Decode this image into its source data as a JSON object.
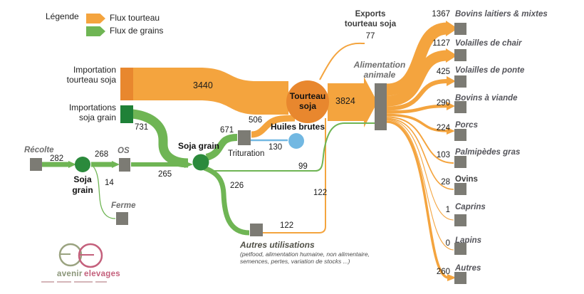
{
  "legend": {
    "title": "Légende",
    "items": [
      {
        "label": "Flux tourteau",
        "color": "#F4A43E"
      },
      {
        "label": "Flux de grains",
        "color": "#6FB554"
      }
    ]
  },
  "colors": {
    "flow_orange": "#F4A43E",
    "flow_green": "#6FB554",
    "node_orange": "#E8872E",
    "node_green_square": "#1F8138",
    "node_green_circle": "#2B8A3C",
    "node_gray": "#7C7B74",
    "huiles_blue": "#72B8E2"
  },
  "left": {
    "importation_tourteau_line1": "Importation",
    "importation_tourteau_line2": "tourteau soja",
    "importations_grain_line1": "Importations",
    "importations_grain_line2": "soja grain",
    "recolte": "Récolte",
    "soja_grain_farm_line1": "Soja",
    "soja_grain_farm_line2": "grain",
    "os": "OS",
    "ferme": "Ferme"
  },
  "center": {
    "soja_grain": "Soja grain",
    "trituration": "Trituration",
    "huiles_brutes": "Huiles brutes",
    "tourteau_line1": "Tourteau",
    "tourteau_line2": "soja",
    "exports_line1": "Exports",
    "exports_line2": "tourteau soja",
    "exports_value": "77",
    "alimentation_line1": "Alimentation",
    "alimentation_line2": "animale",
    "autres_title": "Autres utilisations",
    "autres_sub1": "(petfood, alimentation humaine, non alimentaire,",
    "autres_sub2": "semences, pertes, variation de stocks ...)"
  },
  "values": {
    "imp_tourteau": "3440",
    "imp_grain": "731",
    "recolte": "282",
    "to_os": "268",
    "to_ferme": "14",
    "os_out": "265",
    "trituration_in": "671",
    "tourteau_out": "506",
    "huiles": "130",
    "grain_to_alim": "99",
    "autres_in": "226",
    "autres_out_h": "122",
    "autres_out_v": "122",
    "alim_in": "3824"
  },
  "destinations": [
    {
      "value": "1367",
      "label": "Bovins laitiers & mixtes"
    },
    {
      "value": "1127",
      "label": "Volailles de chair"
    },
    {
      "value": "425",
      "label": "Volailles de ponte"
    },
    {
      "value": "290",
      "label": "Bovins à viande"
    },
    {
      "value": "224",
      "label": "Porcs"
    },
    {
      "value": "103",
      "label": "Palmipèdes gras"
    },
    {
      "value": "28",
      "label": "Ovins"
    },
    {
      "value": "1",
      "label": "Caprins"
    },
    {
      "value": "0",
      "label": "Lapins"
    },
    {
      "value": "260",
      "label": "Autres"
    }
  ],
  "logo": {
    "word1": "avenir",
    "word2": "elevages"
  },
  "chart_data": {
    "type": "sankey",
    "legend": [
      {
        "label": "Flux tourteau",
        "color": "#F4A43E"
      },
      {
        "label": "Flux de grains",
        "color": "#6FB554"
      }
    ],
    "nodes": [
      "Importation tourteau soja",
      "Importations soja grain",
      "Récolte",
      "Soja grain (récolte)",
      "OS",
      "Ferme",
      "Soja grain",
      "Trituration",
      "Tourteau soja",
      "Huiles brutes",
      "Exports tourteau soja",
      "Alimentation animale",
      "Autres utilisations",
      "Bovins laitiers & mixtes",
      "Volailles de chair",
      "Volailles de ponte",
      "Bovins à viande",
      "Porcs",
      "Palmipèdes gras",
      "Ovins",
      "Caprins",
      "Lapins",
      "Autres"
    ],
    "links": [
      {
        "source": "Importation tourteau soja",
        "target": "Tourteau soja",
        "value": 3440,
        "flux": "tourteau"
      },
      {
        "source": "Importations soja grain",
        "target": "Soja grain",
        "value": 731,
        "flux": "grains"
      },
      {
        "source": "Récolte",
        "target": "Soja grain (récolte)",
        "value": 282,
        "flux": "grains"
      },
      {
        "source": "Soja grain (récolte)",
        "target": "OS",
        "value": 268,
        "flux": "grains"
      },
      {
        "source": "Soja grain (récolte)",
        "target": "Ferme",
        "value": 14,
        "flux": "grains"
      },
      {
        "source": "OS",
        "target": "Soja grain",
        "value": 265,
        "flux": "grains"
      },
      {
        "source": "Soja grain",
        "target": "Trituration",
        "value": 671,
        "flux": "grains"
      },
      {
        "source": "Trituration",
        "target": "Tourteau soja",
        "value": 506,
        "flux": "tourteau"
      },
      {
        "source": "Trituration",
        "target": "Huiles brutes",
        "value": 130,
        "flux": "huiles"
      },
      {
        "source": "Soja grain",
        "target": "Alimentation animale",
        "value": 99,
        "flux": "grains"
      },
      {
        "source": "Soja grain",
        "target": "Autres utilisations",
        "value": 226,
        "flux": "grains"
      },
      {
        "source": "Autres utilisations",
        "target": "Alimentation animale",
        "value": 122,
        "flux": "tourteau"
      },
      {
        "source": "Tourteau soja",
        "target": "Exports tourteau soja",
        "value": 77,
        "flux": "tourteau"
      },
      {
        "source": "Tourteau soja",
        "target": "Alimentation animale",
        "value": 3824,
        "flux": "tourteau"
      },
      {
        "source": "Alimentation animale",
        "target": "Bovins laitiers & mixtes",
        "value": 1367,
        "flux": "tourteau"
      },
      {
        "source": "Alimentation animale",
        "target": "Volailles de chair",
        "value": 1127,
        "flux": "tourteau"
      },
      {
        "source": "Alimentation animale",
        "target": "Volailles de ponte",
        "value": 425,
        "flux": "tourteau"
      },
      {
        "source": "Alimentation animale",
        "target": "Bovins à viande",
        "value": 290,
        "flux": "tourteau"
      },
      {
        "source": "Alimentation animale",
        "target": "Porcs",
        "value": 224,
        "flux": "tourteau"
      },
      {
        "source": "Alimentation animale",
        "target": "Palmipèdes gras",
        "value": 103,
        "flux": "tourteau"
      },
      {
        "source": "Alimentation animale",
        "target": "Ovins",
        "value": 28,
        "flux": "tourteau"
      },
      {
        "source": "Alimentation animale",
        "target": "Caprins",
        "value": 1,
        "flux": "tourteau"
      },
      {
        "source": "Alimentation animale",
        "target": "Lapins",
        "value": 0,
        "flux": "tourteau"
      },
      {
        "source": "Alimentation animale",
        "target": "Autres",
        "value": 260,
        "flux": "tourteau"
      }
    ]
  }
}
